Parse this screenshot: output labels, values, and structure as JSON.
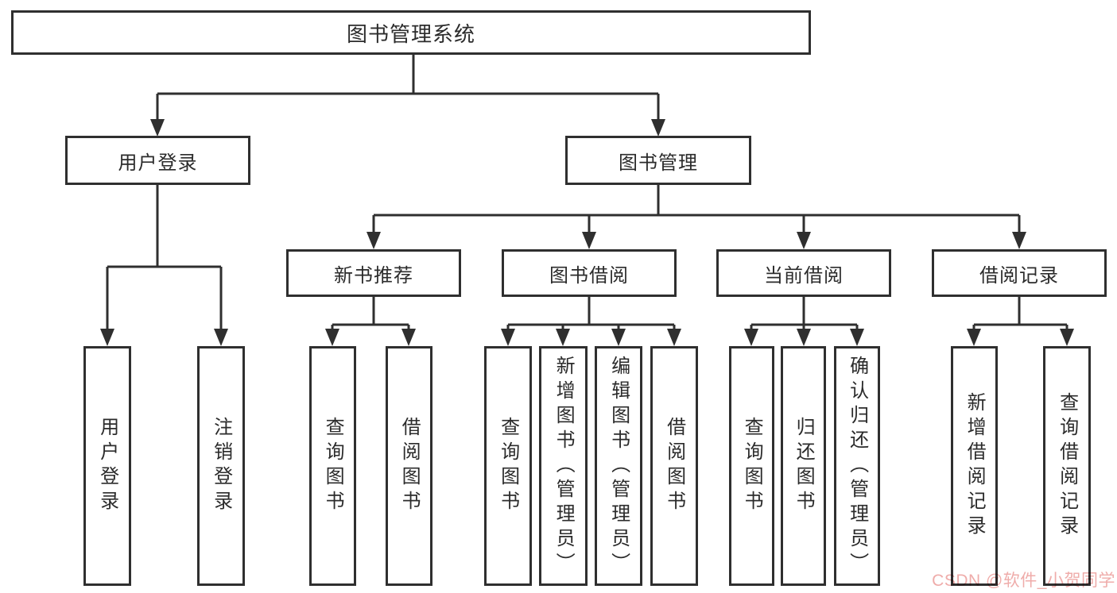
{
  "diagram": {
    "root": {
      "id": "library-management-system",
      "label": "图书管理系统"
    },
    "level2": [
      {
        "id": "user-login",
        "label": "用户登录",
        "parent": "library-management-system"
      },
      {
        "id": "book-management",
        "label": "图书管理",
        "parent": "library-management-system"
      }
    ],
    "level3": [
      {
        "id": "new-book-recommend",
        "label": "新书推荐",
        "parent": "book-management"
      },
      {
        "id": "book-borrow",
        "label": "图书借阅",
        "parent": "book-management"
      },
      {
        "id": "current-borrow",
        "label": "当前借阅",
        "parent": "book-management"
      },
      {
        "id": "borrow-records",
        "label": "借阅记录",
        "parent": "book-management"
      }
    ],
    "leaves": [
      {
        "id": "leaf-user-login",
        "label": "用户登录",
        "parent": "user-login"
      },
      {
        "id": "leaf-logout",
        "label": "注销登录",
        "parent": "user-login"
      },
      {
        "id": "leaf-query-book-recommend",
        "label": "查询图书",
        "parent": "new-book-recommend"
      },
      {
        "id": "leaf-borrow-book-recommend",
        "label": "借阅图书",
        "parent": "new-book-recommend"
      },
      {
        "id": "leaf-query-book-borrow",
        "label": "查询图书",
        "parent": "book-borrow"
      },
      {
        "id": "leaf-add-book-admin",
        "label": "新增图书（管理员）",
        "parent": "book-borrow"
      },
      {
        "id": "leaf-edit-book-admin",
        "label": "编辑图书（管理员）",
        "parent": "book-borrow"
      },
      {
        "id": "leaf-borrow-book",
        "label": "借阅图书",
        "parent": "book-borrow"
      },
      {
        "id": "leaf-query-book-current",
        "label": "查询图书",
        "parent": "current-borrow"
      },
      {
        "id": "leaf-return-book",
        "label": "归还图书",
        "parent": "current-borrow"
      },
      {
        "id": "leaf-confirm-return-admin",
        "label": "确认归还（管理员）",
        "parent": "current-borrow"
      },
      {
        "id": "leaf-add-borrow-record",
        "label": "新增借阅记录",
        "parent": "borrow-records"
      },
      {
        "id": "leaf-query-borrow-record",
        "label": "查询借阅记录",
        "parent": "borrow-records"
      }
    ]
  },
  "watermark": {
    "text": "CSDN @软件_小贺同学",
    "color": "#efacaa"
  },
  "colors": {
    "line": "#2f2f2f",
    "box_border": "#2f2f2f",
    "box_fill": "#ffffff",
    "text": "#2b2b2b",
    "background": "#ffffff"
  }
}
